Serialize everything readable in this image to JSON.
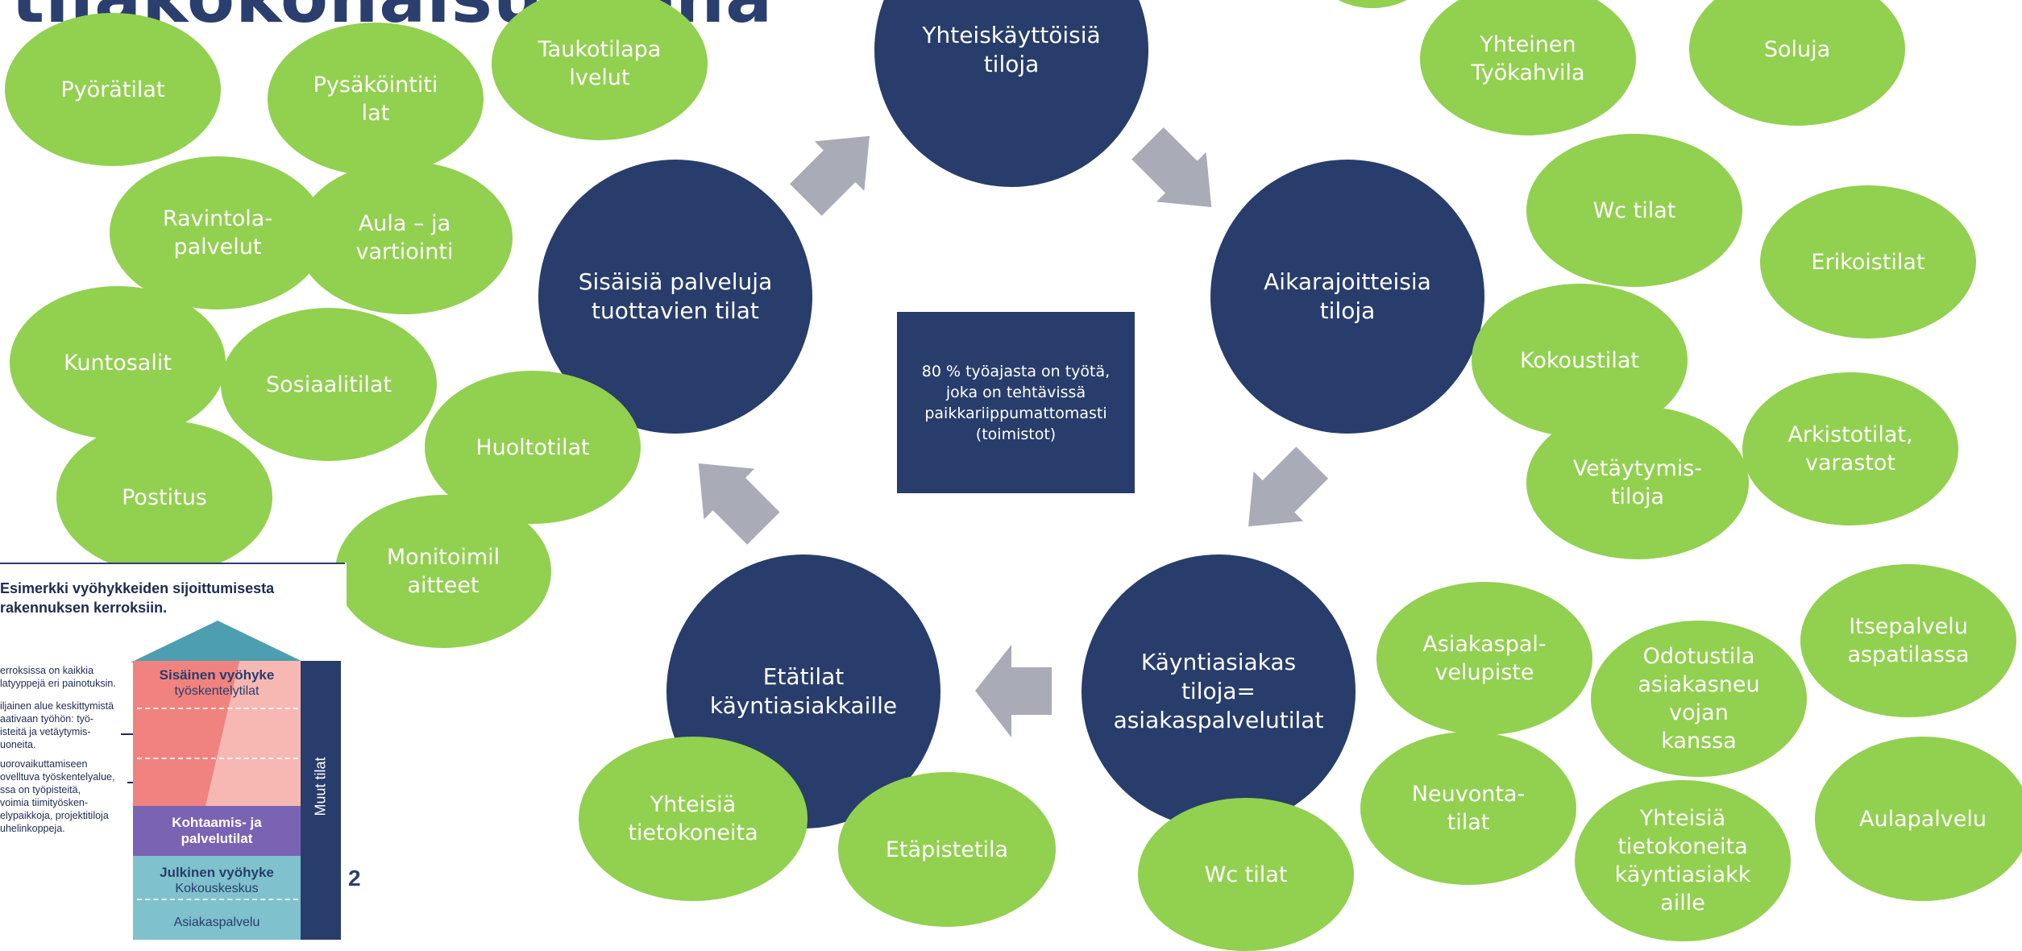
{
  "title": "tilakokonaisuutena",
  "center_note": "80 % työajasta on työtä, joka on tehtävissä paikkariippumattomasti (toimistot)",
  "hubs": {
    "yhteiskayttoisia": "Yhteiskäyttöisiä\ntiloja",
    "aikarajoitteisia": "Aikarajoitteisia\ntiloja",
    "kayntiasiakas": "Käyntiasiakas\ntiloja=\nasiakaspalvelutilat",
    "etatilat": "Etätilat\nkäyntiasiakkaille",
    "sisaisia": "Sisäisiä palveluja\ntuottavien tilat"
  },
  "bubbles": {
    "pyoratilat": "Pyörätilat",
    "pysakointitilat": "Pysäköintiti\nlat",
    "taukotilapalvelut": "Taukotilapa\nlvelut",
    "ravintolapalvelut": "Ravintola-\npalvelut",
    "aula_vartiointi": "Aula – ja\nvartiointi",
    "kuntosalit": "Kuntosalit",
    "sosiaalitilat": "Sosiaalitilat",
    "huoltotilat": "Huoltotilat",
    "postitus": "Postitus",
    "monitoimilaitteet": "Monitoimil\naitteet",
    "yhteinen_tyokahvila": "Yhteinen\nTyökahvila",
    "soluja": "Soluja",
    "wc_tilat_top": "Wc tilat",
    "erikoistilat": "Erikoistilat",
    "kokoustilat": "Kokoustilat",
    "arkistotilat": "Arkistotilat,\nvarastot",
    "vetaytymistiloja": "Vetäytymis-\ntiloja",
    "asiakaspalvelupiste": "Asiakaspal-\nvelupiste",
    "odotustila": "Odotustila\nasiakasneu\nvojan\nkanssa",
    "itsepalvelu": "Itsepalvelu\naspatilassa",
    "neuvontatilat": "Neuvonta-\ntilat",
    "yhteisia_tietokoneita_asiakkaille": "Yhteisiä\ntietokoneita\nkäyntiasiakk\naille",
    "aulapalvelu": "Aulapalvelu",
    "wc_tilat_bottom": "Wc tilat",
    "yhteisia_tietokoneita": "Yhteisiä\ntietokoneita",
    "etapistetila": "Etäpistetila"
  },
  "inset": {
    "title": "Esimerkki vyöhykkeiden sijoittumisesta\nrakennuksen kerroksiin.",
    "note_1": "erroksissa on kaikkia\nlatyyppejä eri painotuksin.",
    "note_2": "iljainen alue keskittymistä\naativaan työhön: työ-\nisteitä ja vetäytymis-\nuoneita.",
    "note_3": "uorovaikuttamiseen\novelltuva työskentelyalue,\nssa on työpisteitä,\nvoimia tiimityösken-\nelypaikkoja, projektitiloja\nuhelinkoppeja.",
    "zone_sisainen_name": "Sisäinen vyöhyke",
    "zone_sisainen_sub": "työskentelytilat",
    "zone_kohtaamis_name": "Kohtaamis- ja\npalvelutilat",
    "zone_julkinen_name": "Julkinen vyöhyke",
    "zone_julkinen_sub": "Kokouskeskus",
    "zone_asiakaspalvelu": "Asiakaspalvelu",
    "muut_tilat": "Muut tilat",
    "page_number": "2"
  },
  "colors": {
    "hub": "#283d6b",
    "bubble": "#92d050",
    "arrow": "#a9acb6",
    "title": "#2a3f6e"
  }
}
